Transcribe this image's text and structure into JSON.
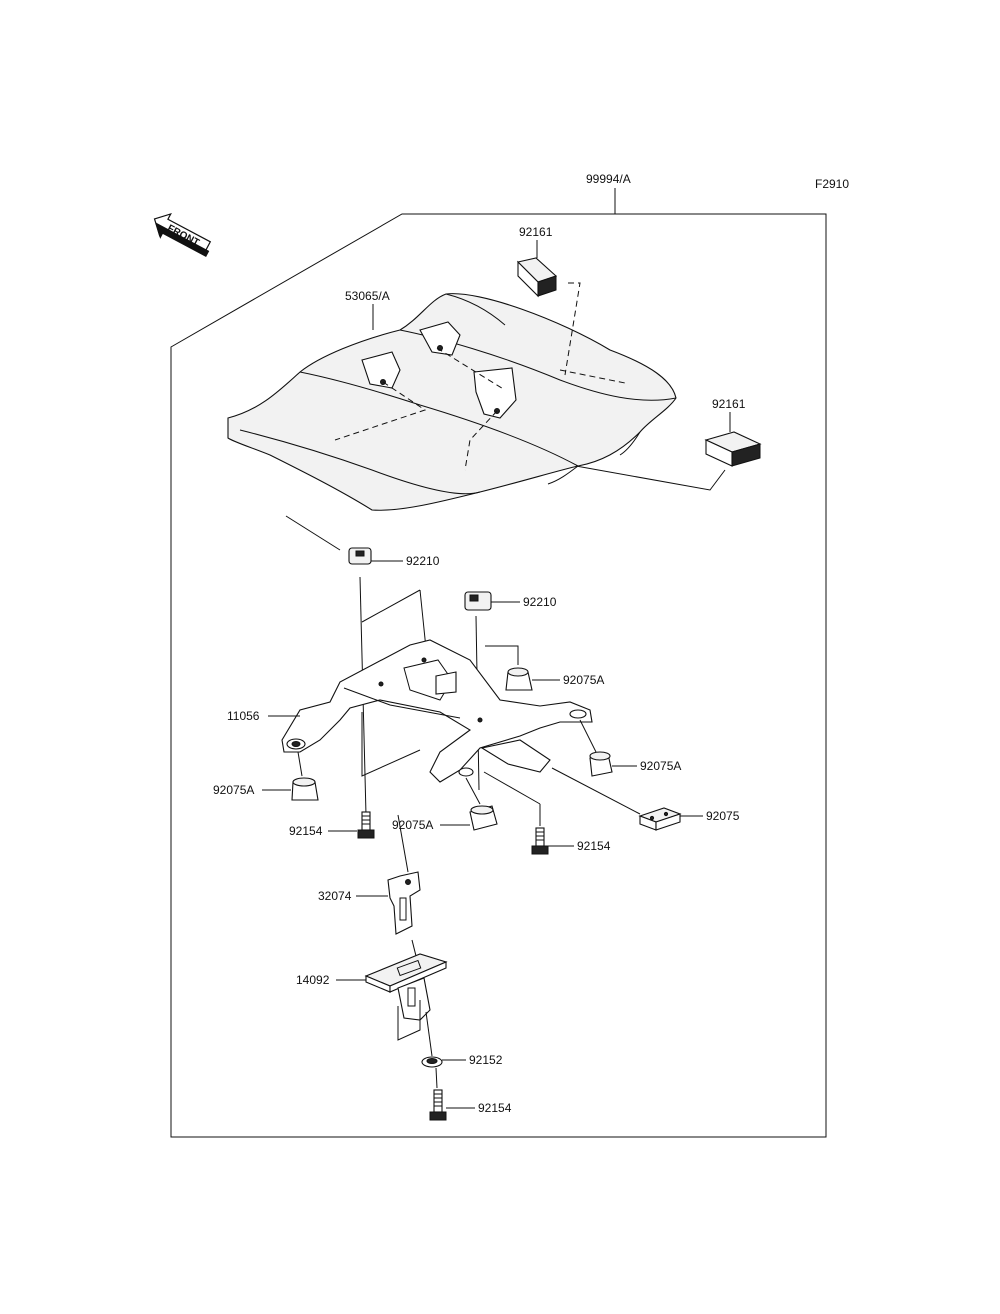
{
  "figure_code": "F2910",
  "assembly_label": "99994/A",
  "front_label": "FRONT",
  "colors": {
    "ink": "#111111",
    "paper": "#ffffff"
  },
  "callouts": {
    "p92161_top": "92161",
    "p53065": "53065/A",
    "p92161_right": "92161",
    "p92210_a": "92210",
    "p92210_b": "92210",
    "p92075A_a": "92075A",
    "p11056": "11056",
    "p92075A_b": "92075A",
    "p92075A_left": "92075A",
    "p92075A_mid": "92075A",
    "p92075": "92075",
    "p92154_left": "92154",
    "p92154_mid": "92154",
    "p32074": "32074",
    "p14092": "14092",
    "p92152": "92152",
    "p92154_bottom": "92154"
  }
}
